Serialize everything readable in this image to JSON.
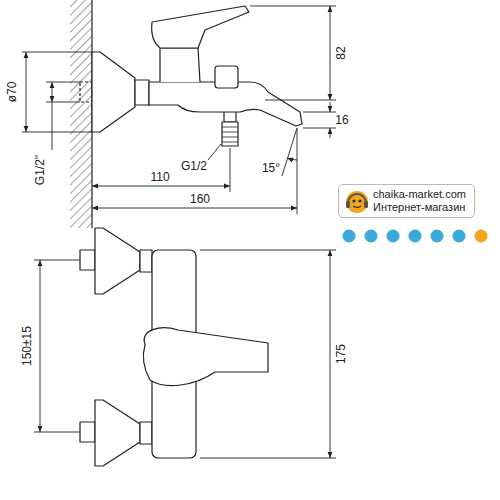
{
  "diagram": {
    "nodes": [
      {
        "text": [
          "chaika-market.com",
          "Интернет-магазин"
        ]
      }
    ],
    "labels": [
      "ø70",
      "G1/2\"",
      "82",
      "16",
      "15°",
      "G1/2",
      "110",
      "160",
      "150±15",
      "175"
    ]
  }
}
